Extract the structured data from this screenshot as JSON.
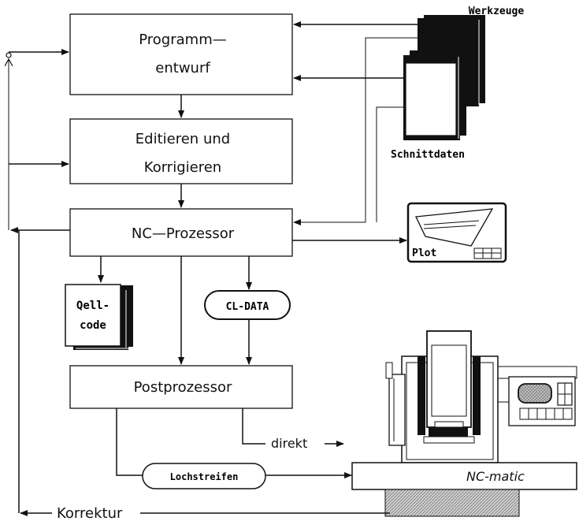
{
  "boxes": {
    "programmentwurf": [
      "Programm—",
      "entwurf"
    ],
    "editieren": [
      "Editieren und",
      "Korrigieren"
    ],
    "nc_prozessor": "NC—Prozessor",
    "postprozessor": "Postprozessor"
  },
  "sources": {
    "werkzeuge": "Werkzeuge",
    "schnittdaten": "Schnittdaten"
  },
  "outputs": {
    "plot": "Plot",
    "quellcode": [
      "Qell-",
      "code"
    ],
    "cl_data": "CL-DATA",
    "lochstreifen": "Lochstreifen",
    "direkt": "direkt",
    "machine": "NC-matic"
  },
  "feedback": {
    "korrektur": "Korrektur"
  },
  "colors": {
    "ink": "#111111",
    "paper": "#ffffff",
    "screen_fill": "#c8c8c8",
    "base_hatch": "#9a9a9a"
  }
}
